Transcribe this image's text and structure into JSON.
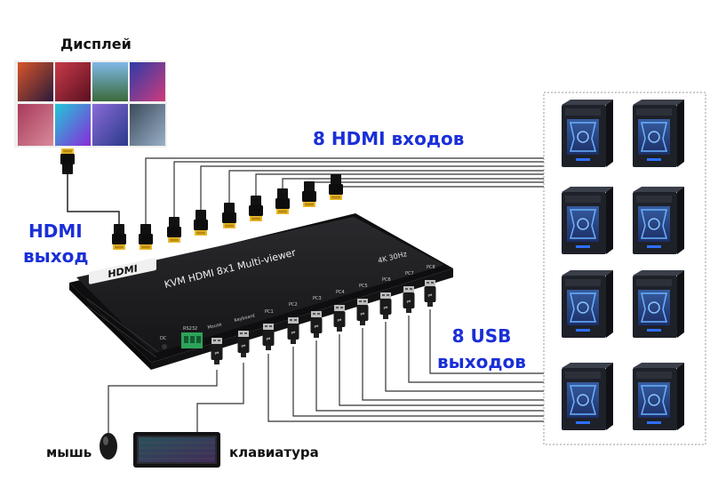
{
  "labels": {
    "display": "Дисплей",
    "hdmi_out_line1": "HDMI",
    "hdmi_out_line2": "выход",
    "hdmi_inputs": "8 HDMI входов",
    "usb_out_line1": "8 USB",
    "usb_out_line2": "выходов",
    "mouse": "мышь",
    "keyboard": "клавиатура"
  },
  "device": {
    "logo": "HDMI",
    "model": "KVM  HDMI 8x1 Multi-viewer",
    "resolution": "4K 30Hz",
    "rs232": "RS232",
    "port_mouse": "Mouse",
    "port_keyboard": "Keyboard",
    "port_pcs": [
      "PC1",
      "PC2",
      "PC3",
      "PC4",
      "PC5",
      "PC6",
      "PC7",
      "PC8"
    ],
    "power": "DC"
  },
  "colors": {
    "accent_blue": "#1a2fd8",
    "device_body": "#1b1b1d",
    "hdmi_gold": "#e8b92a",
    "terminal_green": "#2fa25a",
    "pc_led_blue": "#2f6fff"
  },
  "display_tiles": 8,
  "pc_count": 8
}
